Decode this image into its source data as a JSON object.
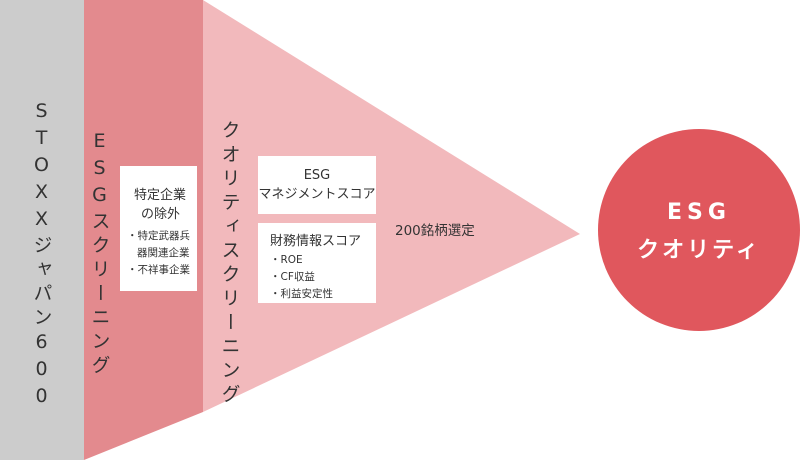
{
  "colors": {
    "universe_band": "#cccccc",
    "esg_band": "#e38a8e",
    "quality_band": "#f2b9bc",
    "result_circle": "#e0575d",
    "text": "#333333"
  },
  "universe": {
    "label": "STOXXジャパン600"
  },
  "esg_screening": {
    "label": "ESGスクリーニング",
    "box": {
      "title_line1": "特定企業",
      "title_line2": "の除外",
      "item1_line1": "・特定武器兵",
      "item1_line2": "器関連企業",
      "item2": "・不祥事企業"
    }
  },
  "quality_screening": {
    "label": "クオリティスクリーニング",
    "esg_score_box": {
      "line1": "ESG",
      "line2": "マネジメントスコア"
    },
    "finance_box": {
      "title": "財務情報スコア",
      "items": [
        "・ROE",
        "・CF収益",
        "・利益安定性"
      ]
    },
    "selection_label": "200銘柄選定"
  },
  "result": {
    "line1": "ESG",
    "line2": "クオリティ"
  }
}
